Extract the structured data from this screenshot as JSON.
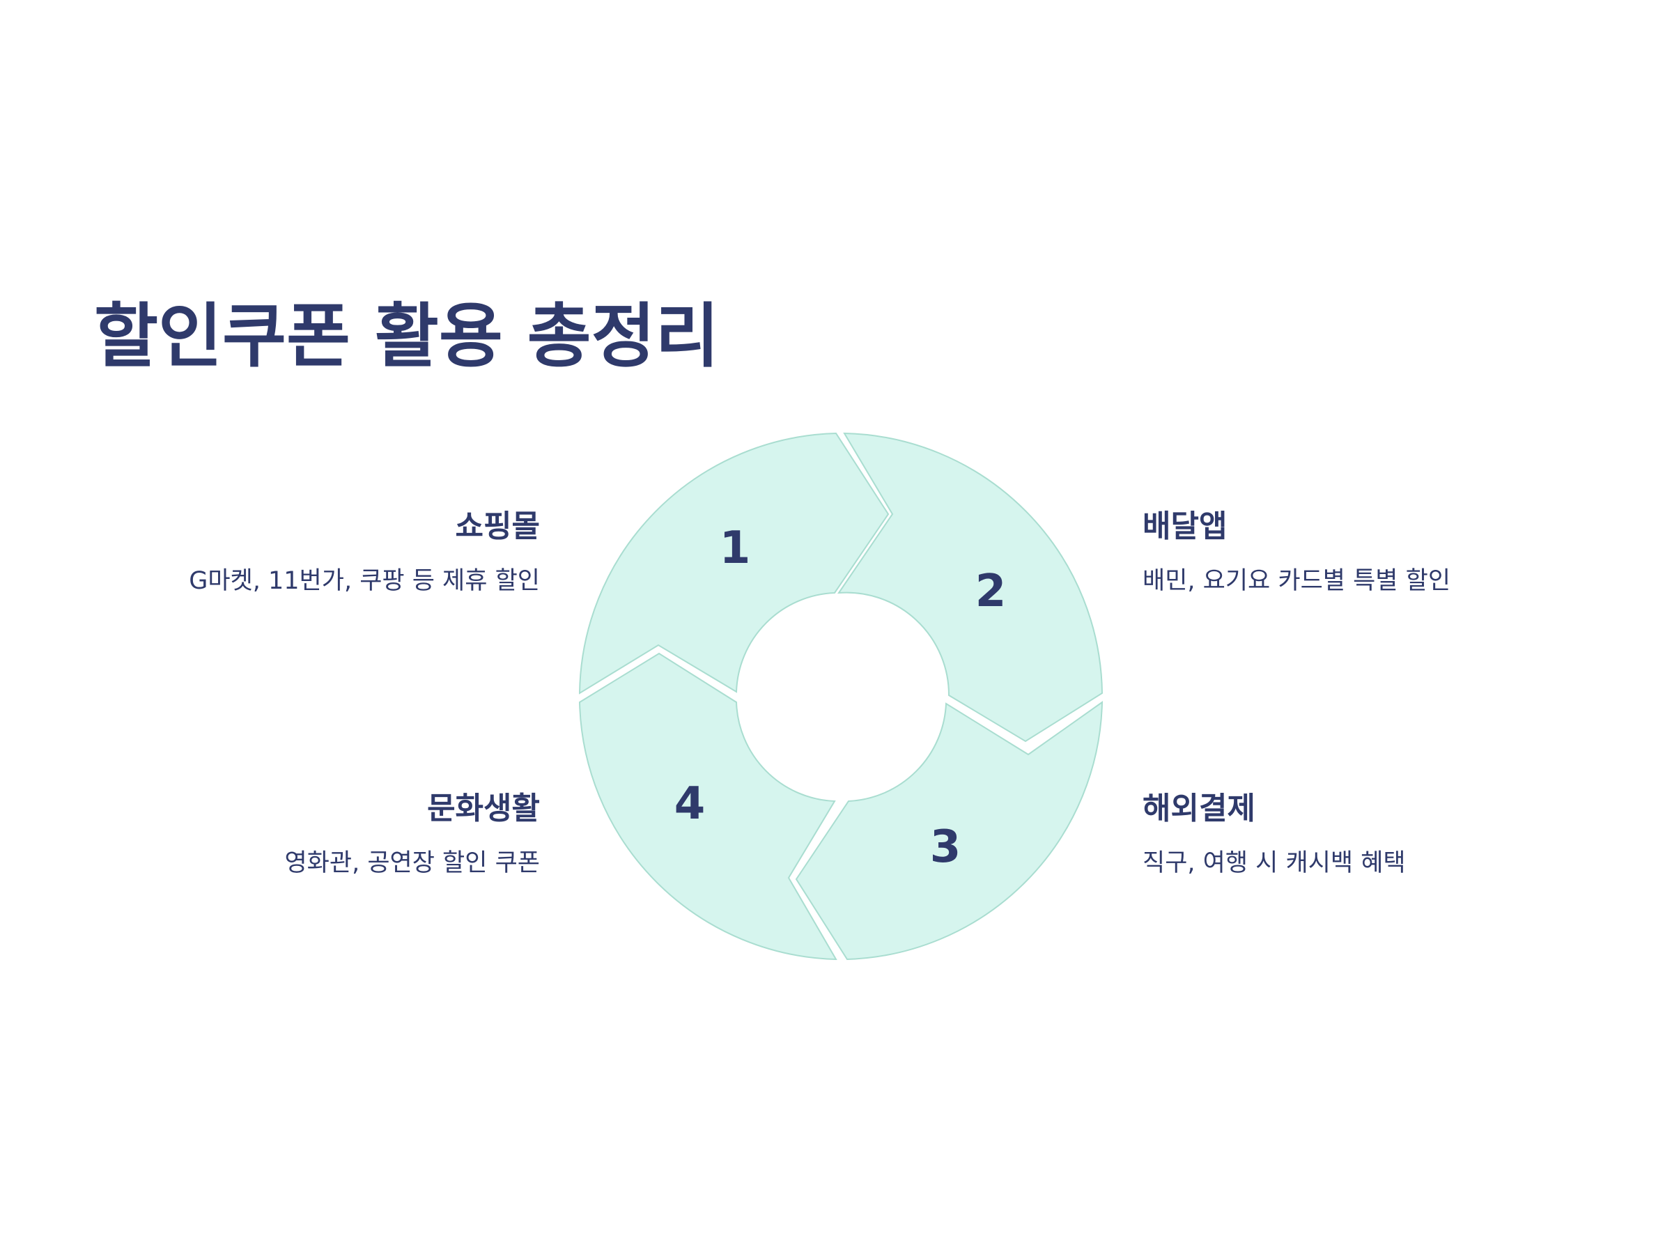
{
  "title": "할인쿠폰 활용 총정리",
  "segments": [
    {
      "number": "1",
      "heading": "쇼핑몰",
      "description": "G마켓, 11번가, 쿠팡 등 제휴 할인"
    },
    {
      "number": "2",
      "heading": "배달앱",
      "description": "배민, 요기요 카드별 특별 할인"
    },
    {
      "number": "3",
      "heading": "해외결제",
      "description": "직구, 여행 시 캐시백 혜택"
    },
    {
      "number": "4",
      "heading": "문화생활",
      "description": "영화관, 공연장 할인 쿠폰"
    }
  ],
  "colors": {
    "segment_fill": "#d6f5ee",
    "segment_stroke": "#a9ddd0",
    "text": "#2f3a6b"
  }
}
